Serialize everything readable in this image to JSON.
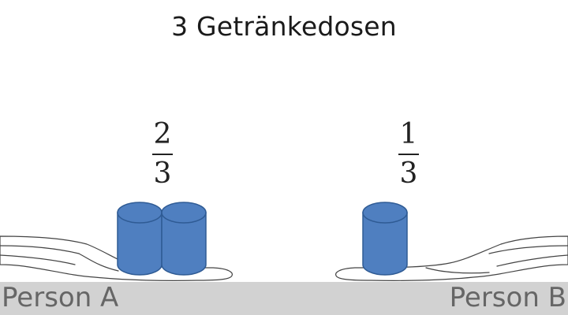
{
  "title": "3 Getränkedosen",
  "persons": [
    {
      "label": "Person A",
      "fraction": {
        "numerator": "2",
        "denominator": "3"
      },
      "cans": 2
    },
    {
      "label": "Person B",
      "fraction": {
        "numerator": "1",
        "denominator": "3"
      },
      "cans": 1
    }
  ],
  "colors": {
    "can_fill": "#4f7fc0",
    "can_stroke": "#2f5b94",
    "floor": "#d2d2d2",
    "label_text": "#666666"
  }
}
